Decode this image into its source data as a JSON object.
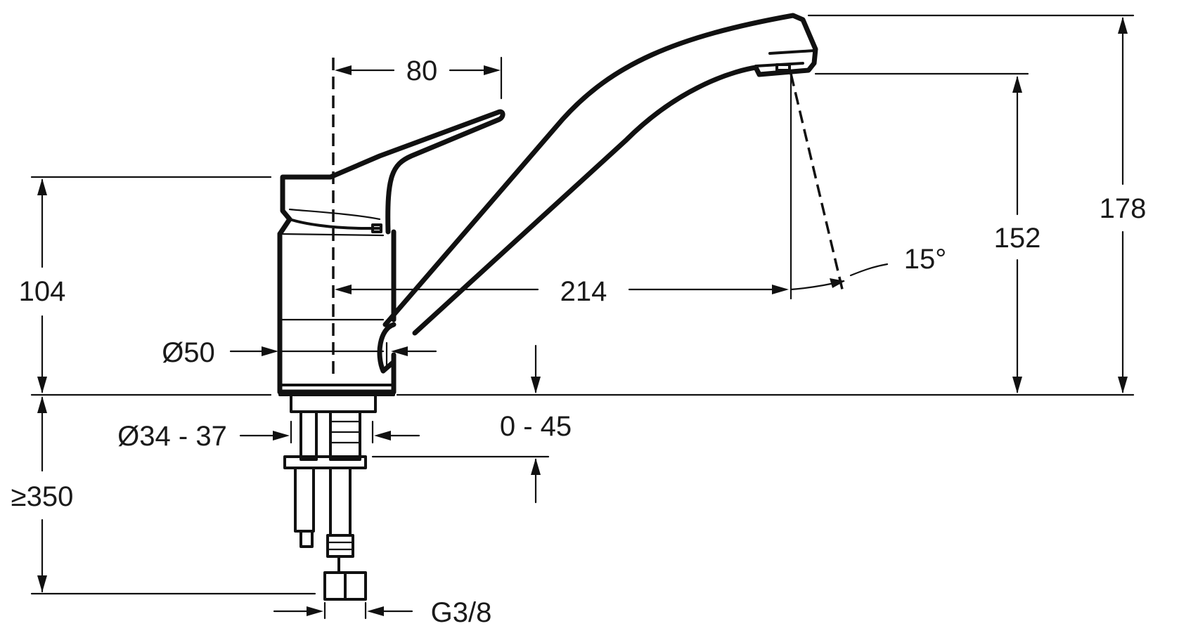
{
  "drawing": {
    "dimensions": {
      "lever_offset": "80",
      "body_height": "104",
      "body_diameter": "Ø50",
      "spout_reach": "214",
      "spray_angle": "15°",
      "outlet_height": "152",
      "total_height": "178",
      "hole_diameter": "Ø34 - 37",
      "deck_thickness": "0 - 45",
      "hose_length": "≥350",
      "connection_thread": "G3/8"
    }
  }
}
